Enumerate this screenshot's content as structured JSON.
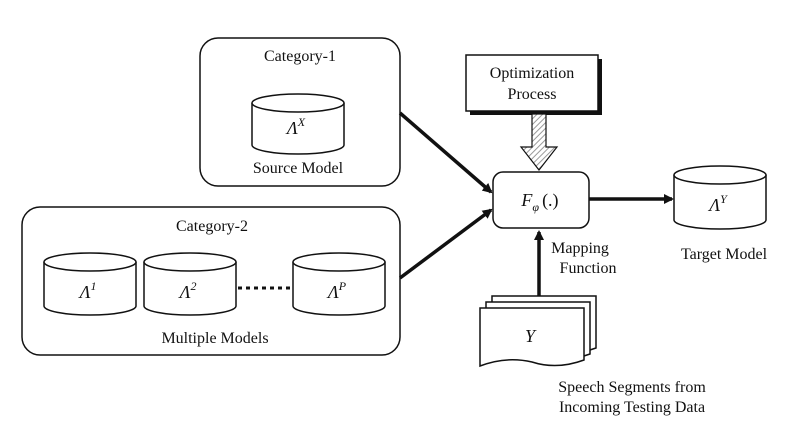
{
  "category1": {
    "title": "Category-1",
    "caption": "Source Model",
    "model": {
      "base": "Λ",
      "sup": "X"
    }
  },
  "category2": {
    "title": "Category-2",
    "caption": "Multiple Models",
    "models": [
      {
        "base": "Λ",
        "sup": "1"
      },
      {
        "base": "Λ",
        "sup": "2"
      },
      {
        "base": "Λ",
        "sup": "P"
      }
    ]
  },
  "optimization": {
    "line1": "Optimization",
    "line2": "Process"
  },
  "mapping": {
    "func_base": "F",
    "func_sub": "φ",
    "func_args": "(.)",
    "label1": "Mapping",
    "label2": "Function"
  },
  "target": {
    "model": {
      "base": "Λ",
      "sup": "Y"
    },
    "caption": "Target Model"
  },
  "speech": {
    "symbol": "Y",
    "line1": "Speech Segments from",
    "line2": "Incoming Testing Data"
  },
  "colors": {
    "stroke": "#111111",
    "hatch": "#9a9a9a"
  }
}
